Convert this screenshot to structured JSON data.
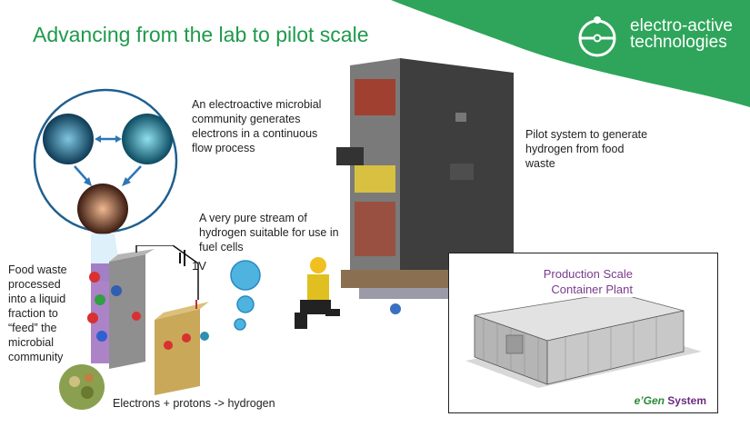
{
  "slide": {
    "title": "Advancing from the lab to pilot scale"
  },
  "logo": {
    "line1": "electro-active",
    "line2": "technologies"
  },
  "captions": {
    "microbial": "An electroactive microbial community generates electrons in a continuous flow process",
    "hydrogen": "A very pure stream of hydrogen suitable for use in fuel cells",
    "pilot": "Pilot system to generate hydrogen from food waste",
    "food_waste": "Food waste processed into a liquid fraction to “feed” the microbial community",
    "equation": "Electrons +  protons -> hydrogen",
    "voltage": "1V"
  },
  "container": {
    "title_line1": "Production Scale",
    "title_line2": "Container Plant",
    "brand_e": "e’Gen",
    "brand_system": " System"
  },
  "colors": {
    "brand_green": "#1e9a4a",
    "banner_green": "#2ea55a",
    "purple": "#7a3b8c"
  }
}
